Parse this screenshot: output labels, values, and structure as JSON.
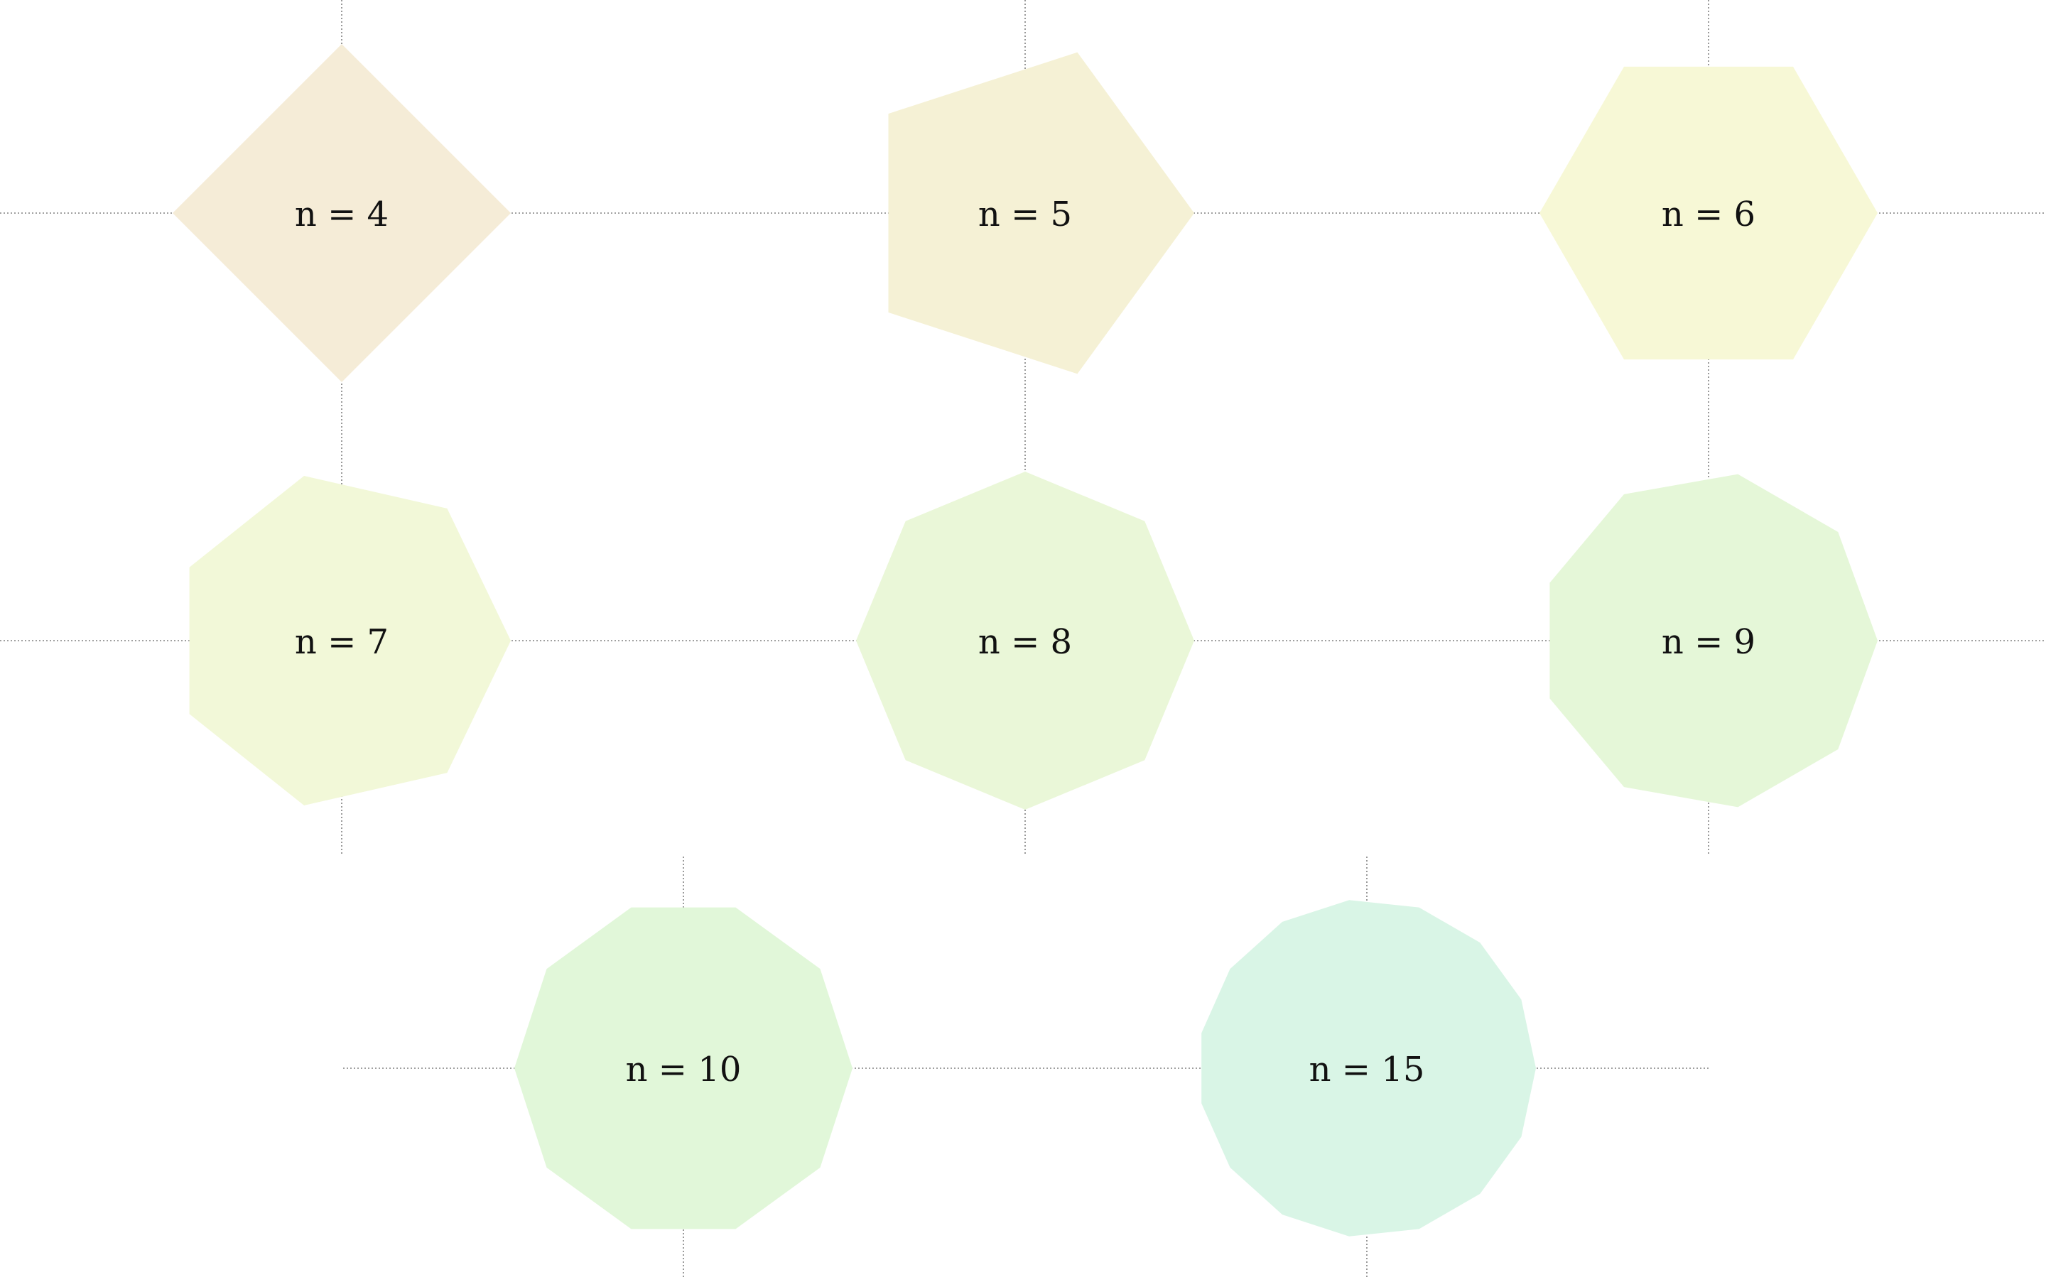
{
  "polygons": [
    {
      "label": "n = 4",
      "sides": 4,
      "fill": "#f5ecd7"
    },
    {
      "label": "n = 5",
      "sides": 5,
      "fill": "#f5f1d5"
    },
    {
      "label": "n = 6",
      "sides": 6,
      "fill": "#f7f8d6"
    },
    {
      "label": "n = 7",
      "sides": 7,
      "fill": "#f2f8d8"
    },
    {
      "label": "n = 8",
      "sides": 8,
      "fill": "#eaf7d8"
    },
    {
      "label": "n = 9",
      "sides": 9,
      "fill": "#e5f7d8"
    },
    {
      "label": "n = 10",
      "sides": 10,
      "fill": "#e1f7d9"
    },
    {
      "label": "n = 15",
      "sides": 15,
      "fill": "#d9f5e6"
    }
  ]
}
